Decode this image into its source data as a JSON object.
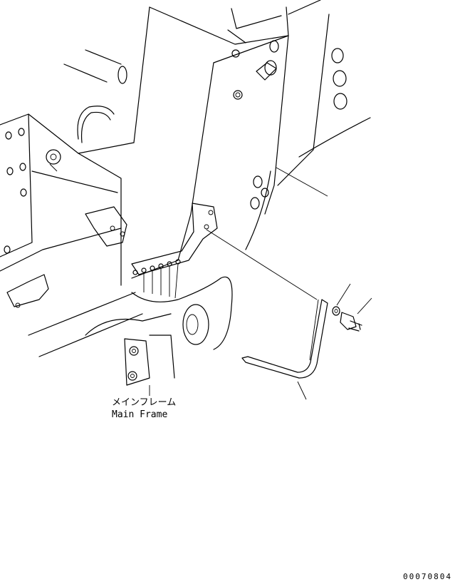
{
  "labels": {
    "main_frame_jp": "メインフレーム",
    "main_frame_en": "Main Frame",
    "drawing_number": "00070804"
  },
  "colors": {
    "line": "#000000",
    "background": "#ffffff"
  }
}
